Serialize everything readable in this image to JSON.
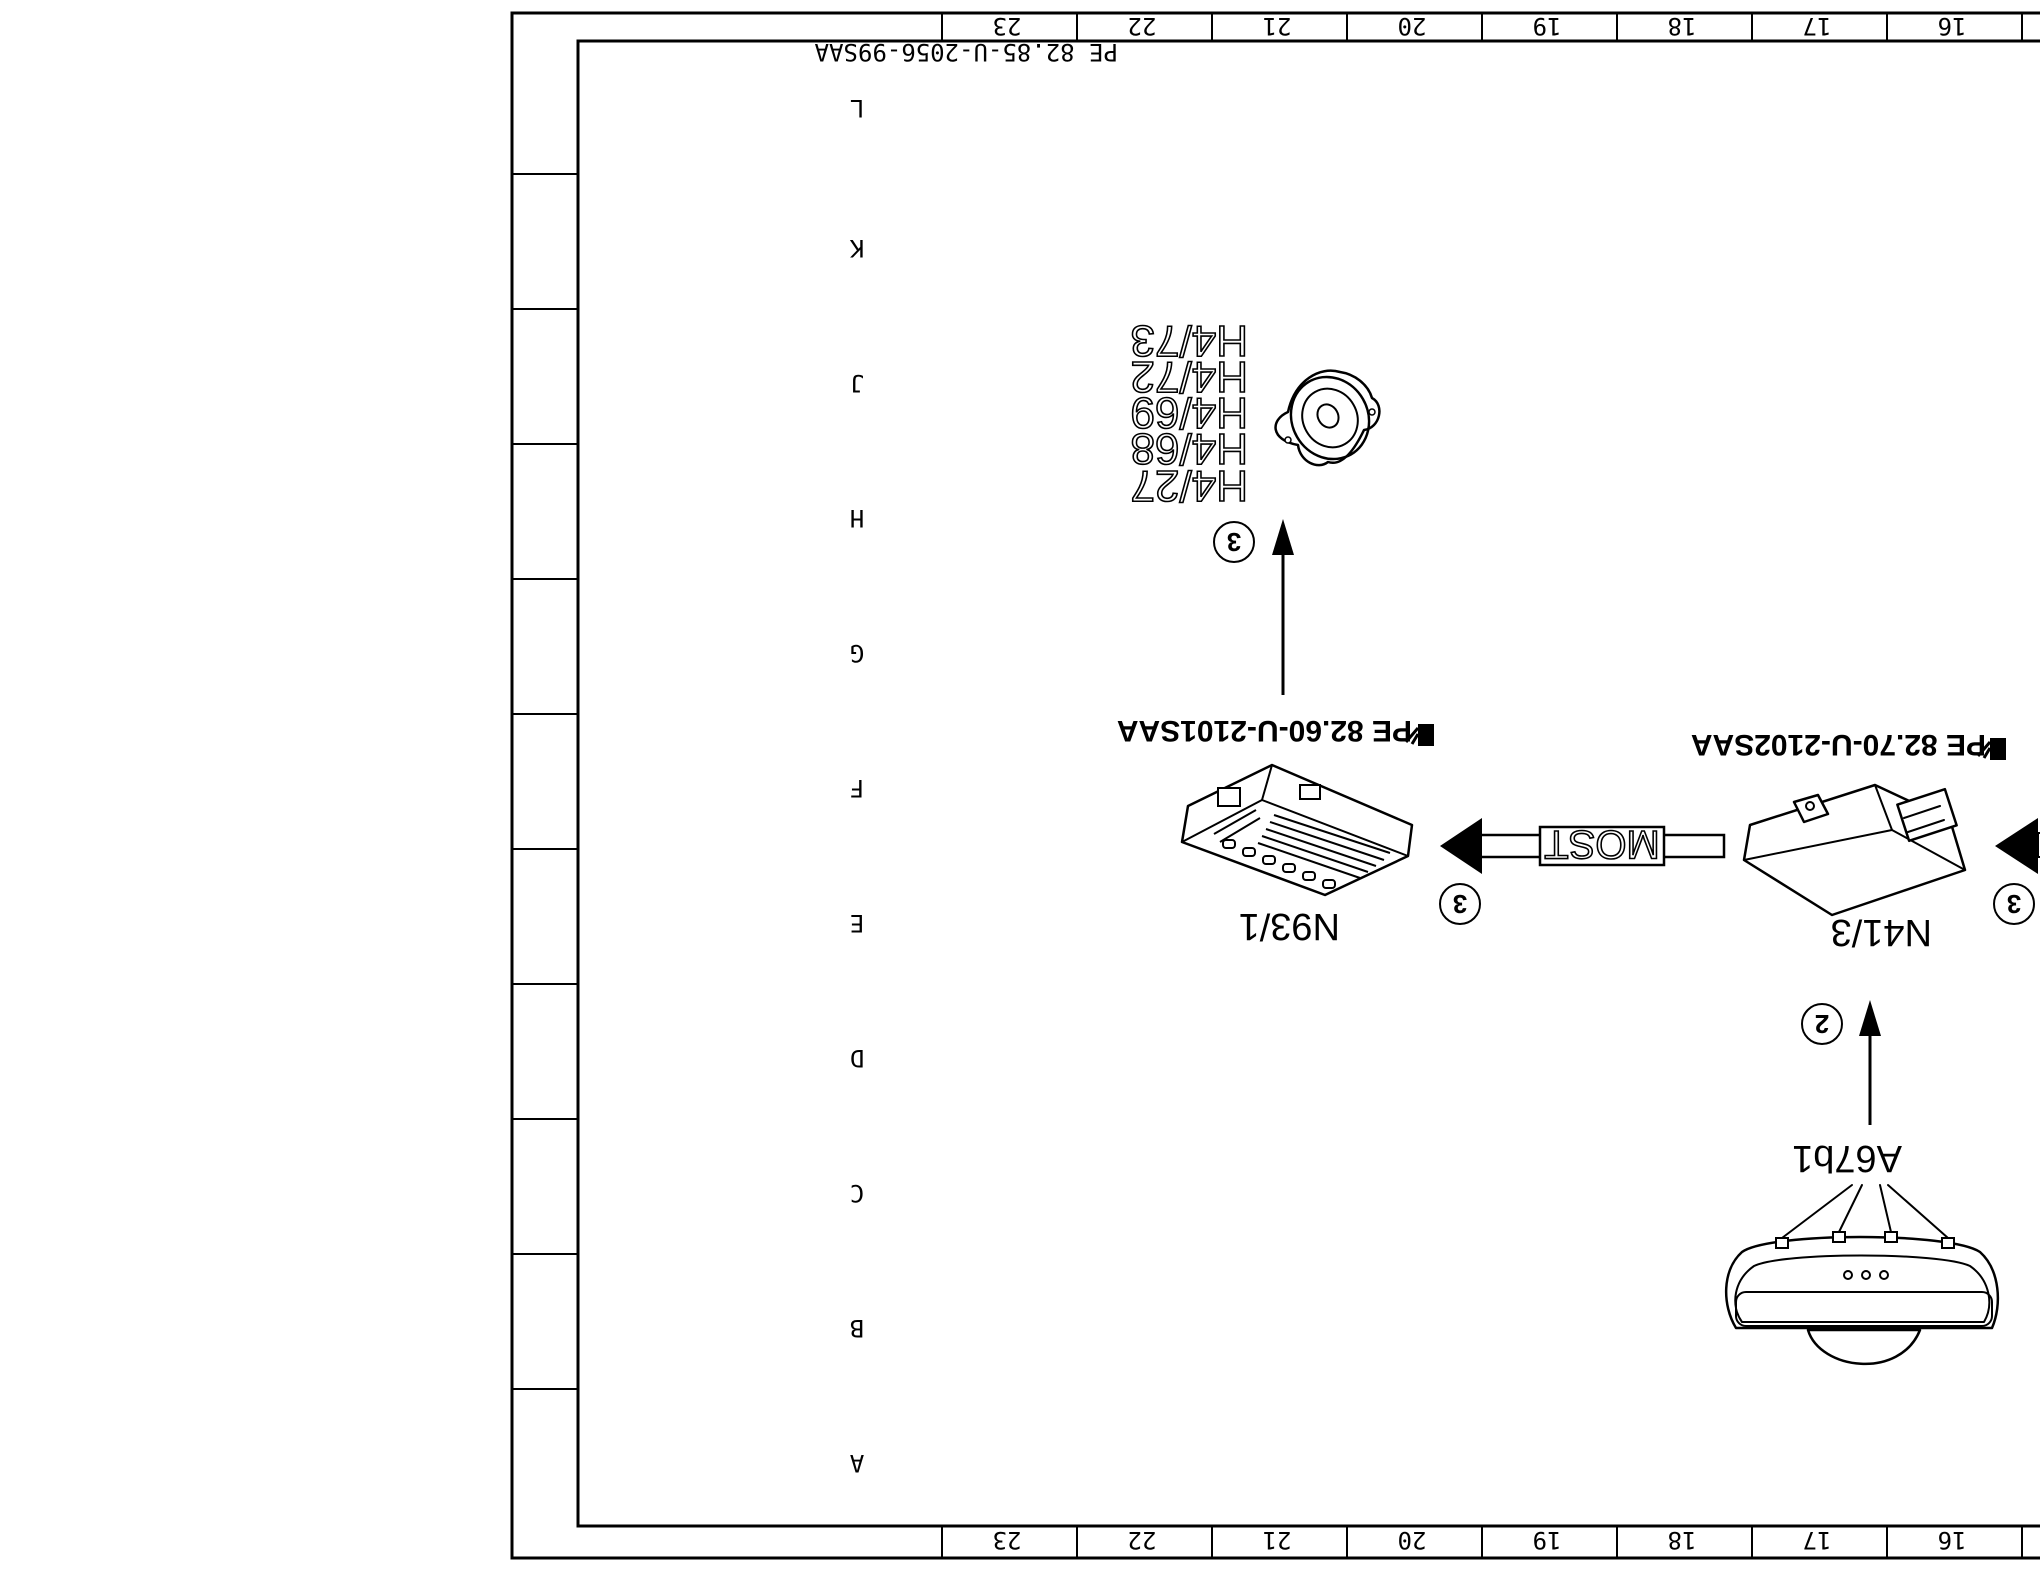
{
  "diagram": {
    "row_ticks": [
      "16",
      "17",
      "18",
      "19",
      "20",
      "21",
      "22",
      "23"
    ],
    "column_ticks": [
      "L",
      "K",
      "J",
      "H",
      "G",
      "F",
      "E",
      "D",
      "C",
      "B",
      "A"
    ],
    "components": {
      "top": {
        "label": "N41/3",
        "ref": "PE 82.70-U-2102SAA"
      },
      "mirror": {
        "label": "A67b1"
      },
      "middle": {
        "label": "N93/1",
        "ref": "PE 82.60-U-2101SAA"
      },
      "speakers": {
        "labels": [
          "H4/27",
          "H4/68",
          "H4/69",
          "H4/72",
          "H4/73"
        ]
      }
    },
    "bus_label": "MOST",
    "callouts": {
      "top_arrow": "3",
      "mirror_arrow": "2",
      "bus_arrow": "3",
      "speaker_arrow": "3"
    },
    "footer_ref": "PE 82.85-U-2056-99SAA"
  }
}
